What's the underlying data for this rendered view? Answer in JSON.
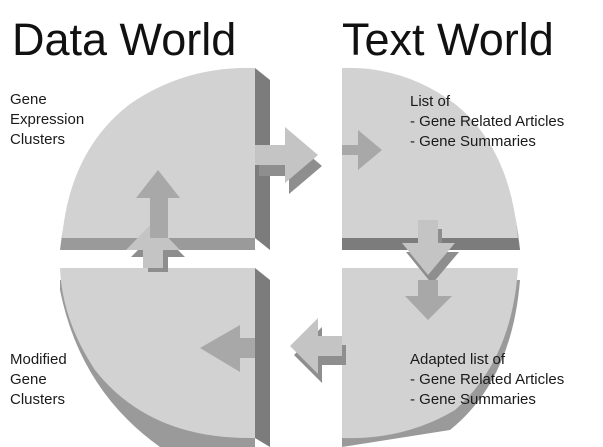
{
  "titles": {
    "data_world": "Data World",
    "text_world": "Text World"
  },
  "quadrants": {
    "gene_expression_clusters": [
      "Gene",
      "Expression",
      "Clusters"
    ],
    "article_list": [
      "List of",
      "- Gene Related Articles",
      "- Gene Summaries"
    ],
    "adapted_list": [
      "Adapted list of",
      "- Gene Related Articles",
      "- Gene Summaries"
    ],
    "modified_clusters": [
      "Modified",
      "Gene",
      "Clusters"
    ]
  },
  "colors": {
    "face": "#d2d2d2",
    "rim": "#9a9a9a",
    "shadow": "#7c7c7c",
    "arrow": "#c4c4c4",
    "arrow_side": "#8e8e8e",
    "text": "#1a1a1a"
  }
}
